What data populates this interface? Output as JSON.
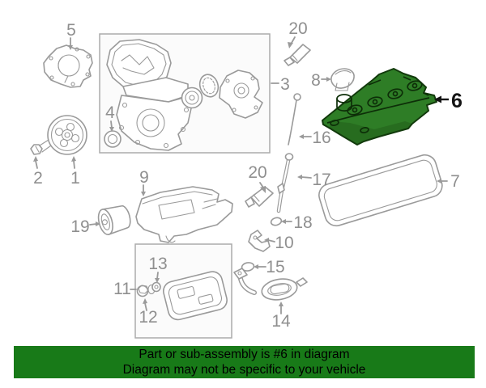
{
  "diagram": {
    "type": "exploded-parts-diagram",
    "highlighted_part_number": "6",
    "callouts": {
      "1": "1",
      "2": "2",
      "3": "3",
      "4": "4",
      "5": "5",
      "6": "6",
      "7": "7",
      "8": "8",
      "9": "9",
      "10": "10",
      "11": "11",
      "12": "12",
      "13": "13",
      "14": "14",
      "15": "15",
      "16": "16",
      "17": "17",
      "18": "18",
      "19": "19",
      "20_top": "20",
      "20_mid": "20"
    }
  },
  "banner": {
    "line1": "Part or sub-assembly is #6 in diagram",
    "line2": "Diagram may not be specific to your vehicle"
  },
  "colors": {
    "banner_bg": "#187a18",
    "banner_text": "#000000",
    "highlight_fill": "#2e7d26",
    "highlight_stroke": "#123a0c",
    "highlight_detail": "#0d2e08",
    "line_gray": "#9a9a9a",
    "label_gray": "#8f8f8f",
    "callout_black": "#141414",
    "box_fill": "#fbfbfb",
    "box_stroke": "#ababab"
  }
}
